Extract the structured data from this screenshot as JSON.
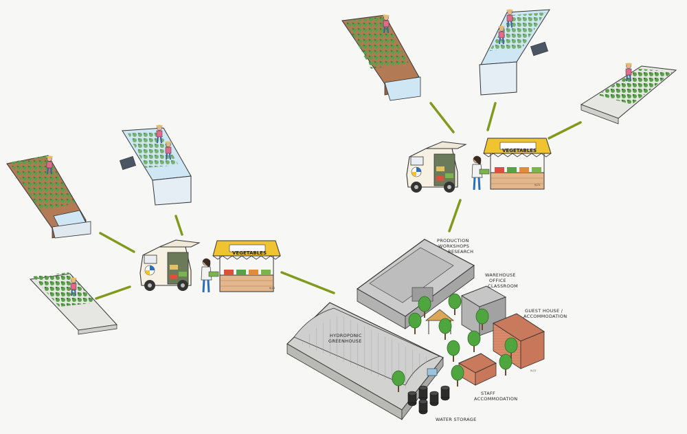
{
  "colors": {
    "connector": "#7f9a1c",
    "background": "#f7f7f5",
    "plant": "#5aa04a",
    "water": "#cfe6f4",
    "soil": "#b27a55",
    "stall_roof": "#f0c331",
    "building_grey": "#c9c9c9",
    "brick": "#d98a6a"
  },
  "labels": {
    "production": [
      "PRODUCTION",
      "WORKSHOPS",
      "RESEARCH"
    ],
    "warehouse": [
      "WAREHOUSE",
      "OFFICE",
      "CLASSROOM"
    ],
    "guesthouse": [
      "GUEST HOUSE /",
      "ACCOMMODATION"
    ],
    "greenhouse": [
      "HYDROPONIC",
      "GREENHOUSE"
    ],
    "staff": [
      "STAFF",
      "ACCOMMODATION"
    ],
    "water": "WATER STORAGE"
  },
  "stall_sign": "VEGETABLES",
  "signature": "lij.21",
  "icons": [
    "delivery-van-icon",
    "market-stall-icon",
    "vendor-person-icon",
    "farmer-person-icon",
    "logo-icon"
  ]
}
